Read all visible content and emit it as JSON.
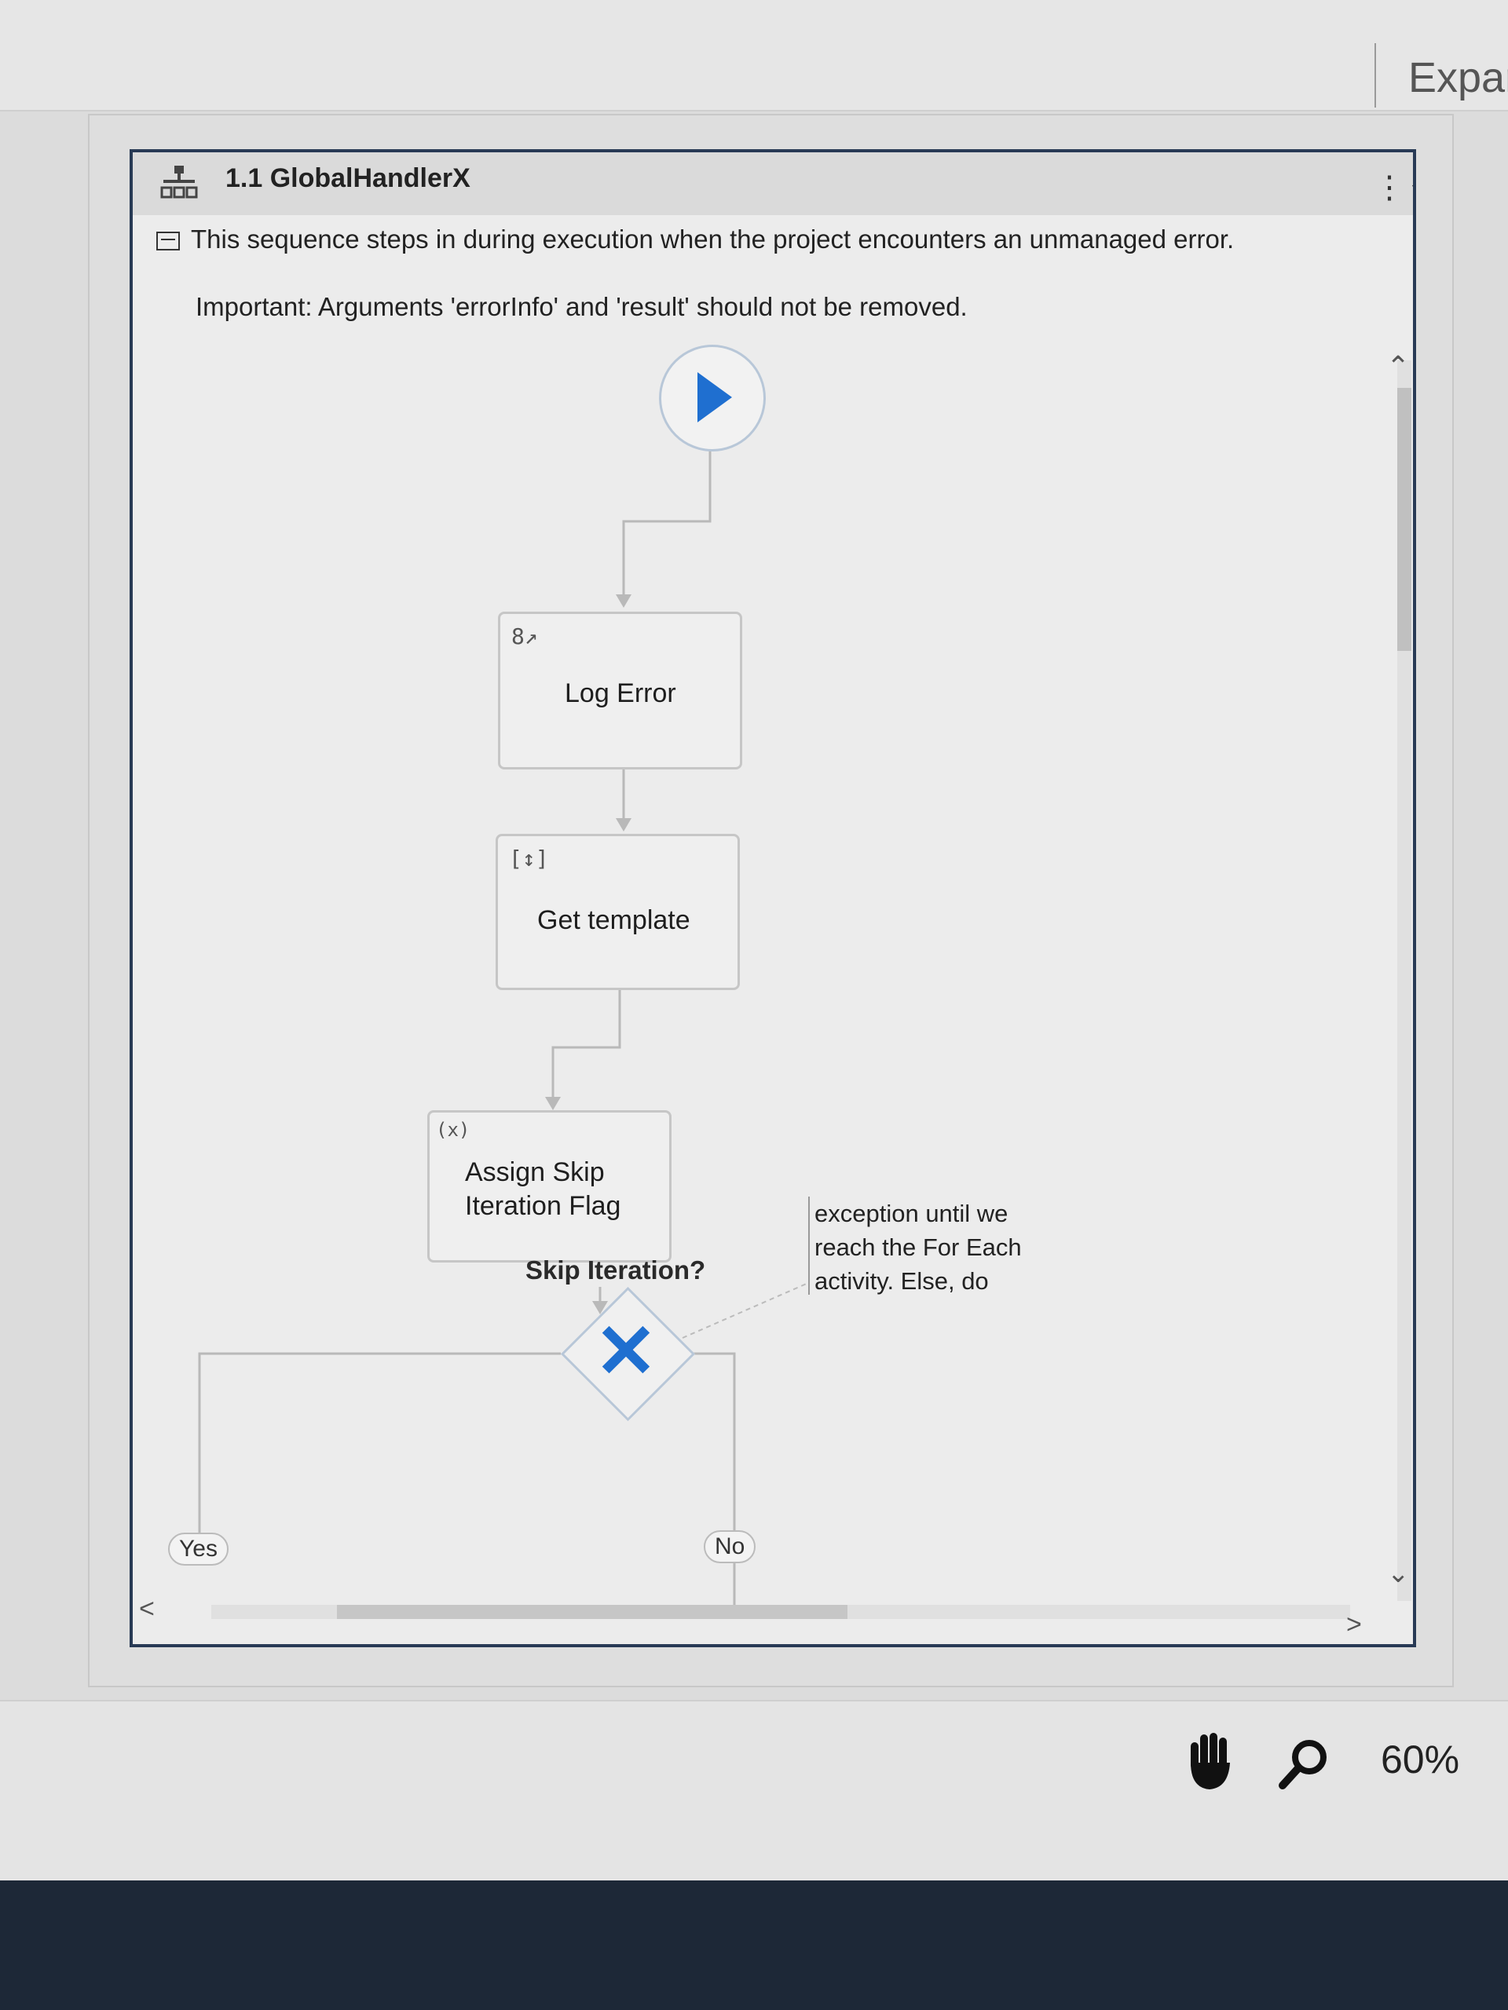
{
  "header": {
    "expand_label": "Expar"
  },
  "sequence": {
    "title": "1.1 GlobalHandlerX",
    "annotation": "This sequence steps in during execution when the project encounters an unmanaged error.",
    "important_note": "Important: Arguments 'errorInfo' and 'result' should not be removed."
  },
  "flowchart": {
    "activities": [
      {
        "label": "Log Error",
        "icon": "log-message-icon"
      },
      {
        "label": "Get template",
        "icon": "invoke-icon"
      },
      {
        "label_line1": "Assign Skip",
        "label_line2": "Iteration Flag",
        "icon": "assign-icon"
      }
    ],
    "decision": {
      "label": "Skip Iteration?",
      "icon": "decision-x-icon"
    },
    "comment": {
      "line1": "exception until we",
      "line2": "reach the For Each",
      "line3": "activity. Else, do"
    },
    "branches": {
      "yes": "Yes",
      "no": "No"
    }
  },
  "status_bar": {
    "zoom": "60%"
  },
  "colors": {
    "accent": "#1f6fd0",
    "panel_border": "#283a55",
    "taskbar": "#1d2837"
  }
}
